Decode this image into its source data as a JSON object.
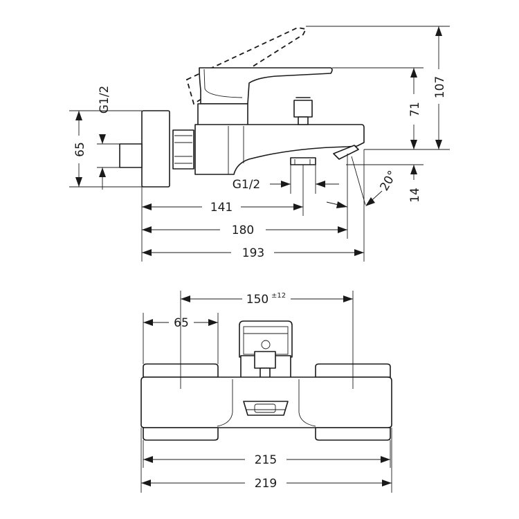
{
  "side_view": {
    "dimensions": {
      "width_141": "141",
      "width_180": "180",
      "width_193": "193",
      "height_65": "65",
      "height_71": "71",
      "height_107": "107",
      "height_14": "14",
      "angle": "20°"
    },
    "threads": {
      "inlet": "G1/2",
      "outlet": "G1/2"
    }
  },
  "front_view": {
    "dimensions": {
      "centers_base": "150",
      "centers_tolerance": "±12",
      "escutcheon_65": "65",
      "width_215": "215",
      "width_219": "219"
    }
  }
}
